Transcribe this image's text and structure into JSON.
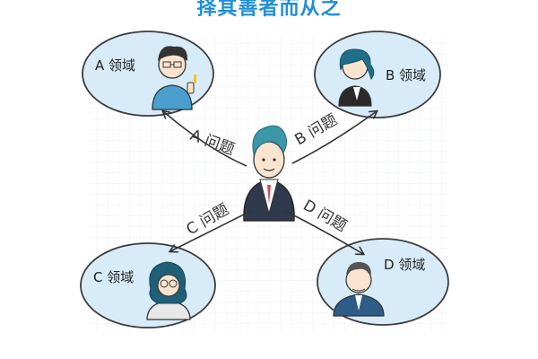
{
  "title": "择其善者而从之",
  "nodes": {
    "a": {
      "label": "A 领域"
    },
    "b": {
      "label": "B 领域"
    },
    "c": {
      "label": "C 领域"
    },
    "d": {
      "label": "D 领域"
    }
  },
  "edges": {
    "a": {
      "label": "A 问题"
    },
    "b": {
      "label": "B 问题"
    },
    "c": {
      "label": "C 问题"
    },
    "d": {
      "label": "D 问题"
    }
  },
  "colors": {
    "bubble_fill": "#d7ecf8",
    "bubble_stroke": "#3c3c3c",
    "title": "#1f8fd6",
    "hair_teal": "#3c97a8"
  }
}
